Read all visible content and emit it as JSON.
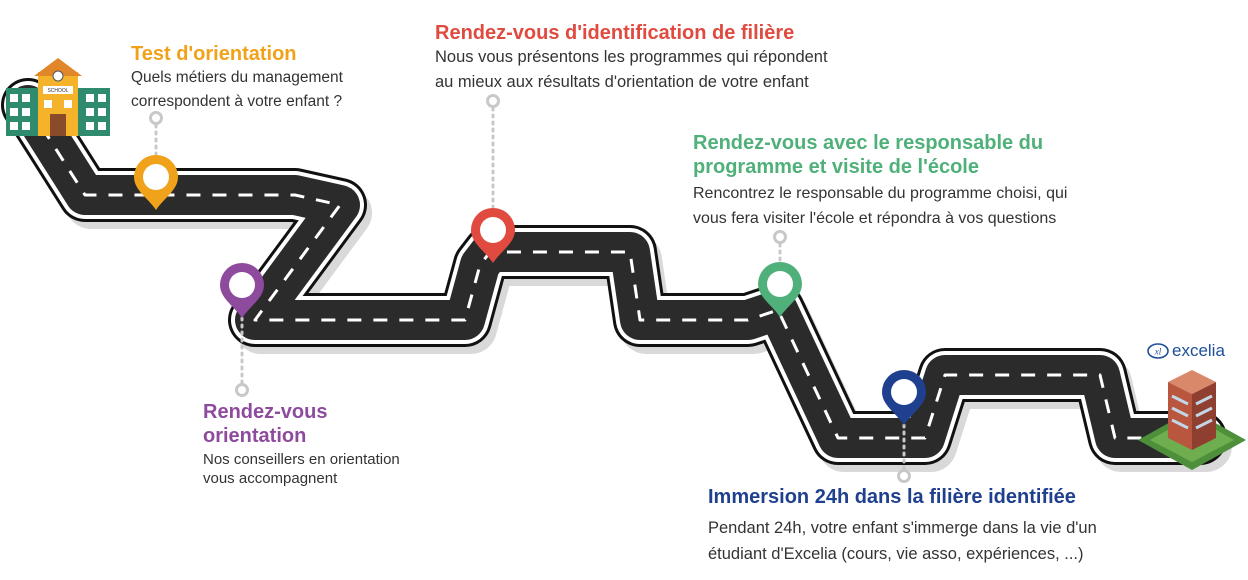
{
  "steps": [
    {
      "title": "Test d'orientation",
      "description": "Quels métiers du management\ncorrespondent à votre enfant ?",
      "color": "#f0a21a"
    },
    {
      "title": "Rendez-vous\norientation",
      "description": "Nos conseillers en orientation\nvous accompagnent",
      "color": "#8e4b9d"
    },
    {
      "title": "Rendez-vous d'identification de filière",
      "description": "Nous vous présentons les programmes qui répondent\nau mieux aux résultats d'orientation de votre enfant",
      "color": "#e04a3f"
    },
    {
      "title": "Rendez-vous avec le responsable du\nprogramme et visite de l'école",
      "description": "Rencontrez le responsable du programme choisi, qui\nvous fera visiter l'école et répondra à vos questions",
      "color": "#4fb07a"
    },
    {
      "title": "Immersion 24h dans la filière identifiée",
      "description": "Pendant 24h, votre enfant s'immerge dans la vie d'un\nétudiant d'Excelia (cours, vie asso, expériences, ...)",
      "color": "#1f3f8f"
    }
  ],
  "school_sign": "SCHOOL",
  "brand": {
    "name": "excelia",
    "logo_mark": "xl",
    "color": "#1e4f9c"
  },
  "colors": {
    "road": "#2b2b2b",
    "road_edge": "#ffffff",
    "road_outline": "#111111",
    "dots": "#c8c8c8"
  },
  "icons": [
    "school-building-icon",
    "map-pin-icon",
    "office-building-icon",
    "excelia-logo-icon"
  ]
}
